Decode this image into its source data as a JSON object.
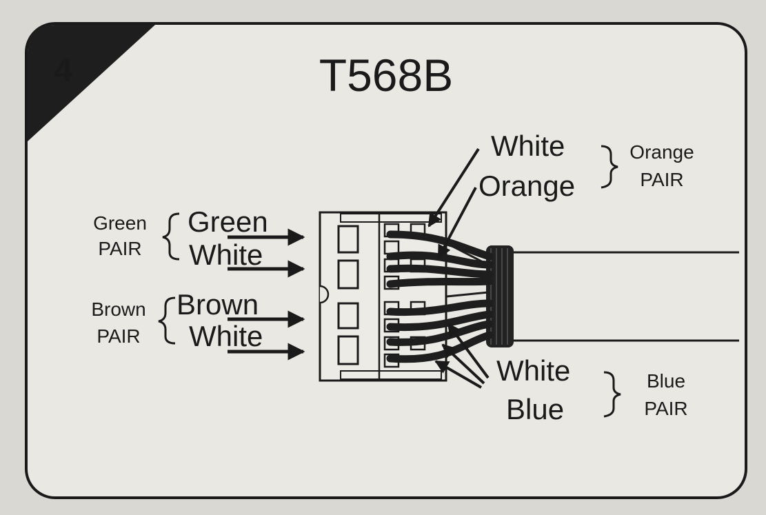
{
  "step_number": "4",
  "title": "T568B",
  "left_labels": {
    "green_pair": {
      "line1": "Green",
      "line2": "PAIR",
      "top_wire": "Green",
      "bottom_wire": "White"
    },
    "brown_pair": {
      "line1": "Brown",
      "line2": "PAIR",
      "top_wire": "Brown",
      "bottom_wire": "White"
    }
  },
  "right_labels": {
    "orange_pair": {
      "top_wire": "White",
      "bottom_wire": "Orange",
      "line1": "Orange",
      "line2": "PAIR"
    },
    "blue_pair": {
      "top_wire": "White",
      "bottom_wire": "Blue",
      "line1": "Blue",
      "line2": "PAIR"
    }
  },
  "icons": {
    "pair_brace": "curly-brace",
    "wire_pointer": "arrow"
  },
  "colors": {
    "background": "#d9d8d3",
    "card": "#e9e8e3",
    "ink": "#1a1a1a"
  }
}
